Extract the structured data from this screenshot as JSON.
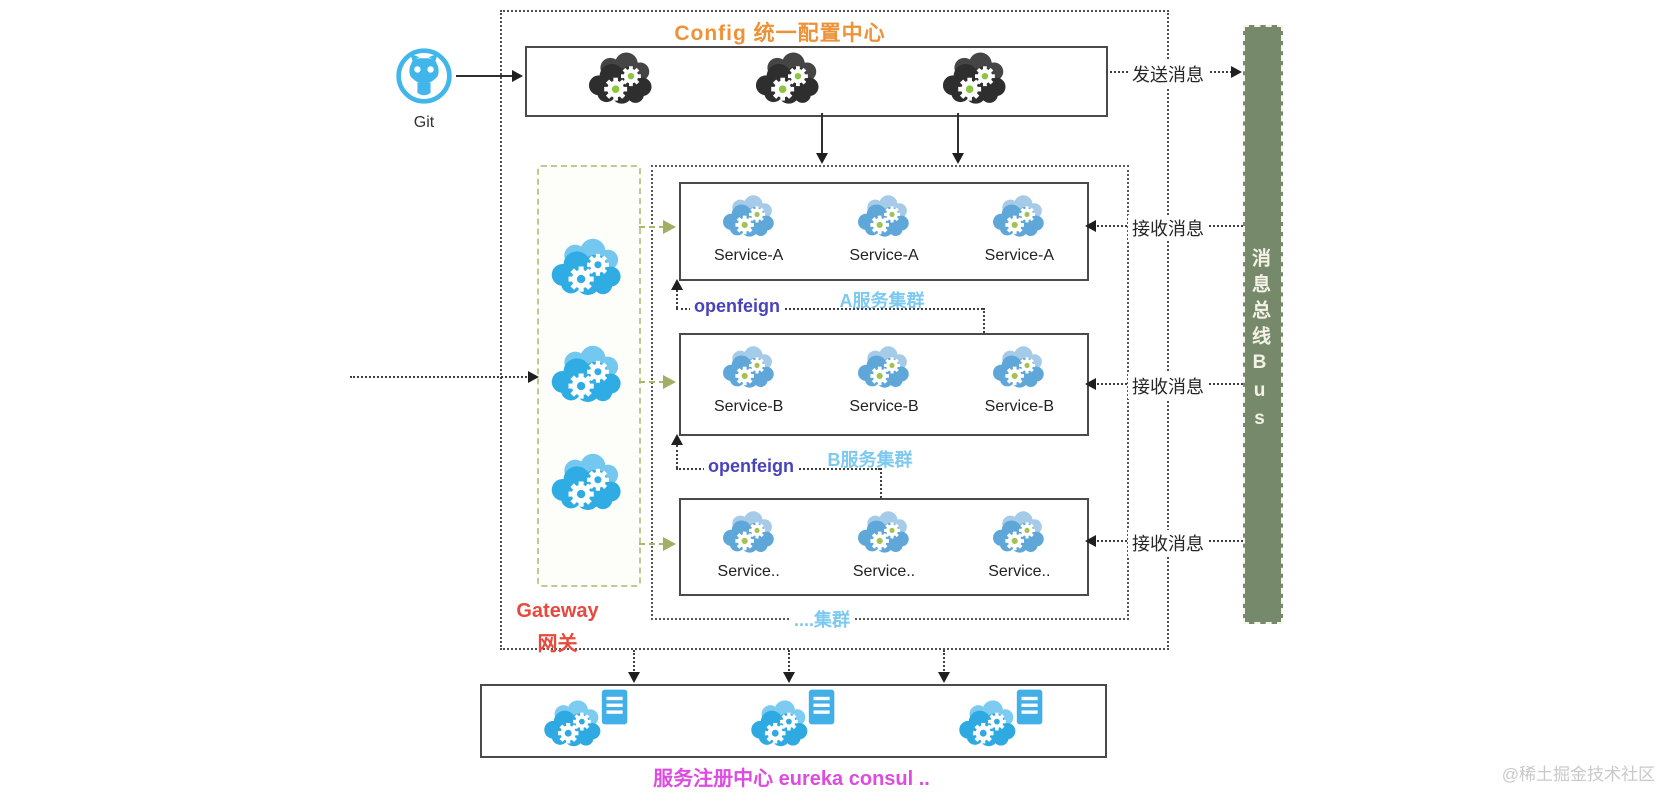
{
  "config_center": {
    "title": "Config 统一配置中心",
    "node_count": 3
  },
  "git": {
    "label": "Git"
  },
  "messages": {
    "send": "发送消息",
    "receive": "接收消息"
  },
  "bus": {
    "label": "消息总线Bus",
    "color": "#76896a"
  },
  "gateway": {
    "label_en": "Gateway",
    "label_zh": "网关",
    "node_count": 3
  },
  "clusters": [
    {
      "name": "A服务集群",
      "feign": "openfeign",
      "services": [
        "Service-A",
        "Service-A",
        "Service-A"
      ]
    },
    {
      "name": "B服务集群",
      "feign": "openfeign",
      "services": [
        "Service-B",
        "Service-B",
        "Service-B"
      ]
    },
    {
      "name": "....集群",
      "services": [
        "Service..",
        "Service..",
        "Service.."
      ]
    }
  ],
  "registry": {
    "caption": "服务注册中心 eureka consul ..",
    "node_count": 3
  },
  "watermark": "@稀土掘金技术社区",
  "colors": {
    "config_orange": "#ed9237",
    "gateway_red": "#e8493c",
    "cluster_label_blue": "#7dc9f0",
    "openfeign_indigo": "#4843bd",
    "registry_magenta": "#dd4be0",
    "bus_green": "#76896a",
    "gateway_cloud_blue": "#30ace5",
    "service_cloud_blue": "#5ea7d8",
    "config_cloud_dark": "#2e2e2e",
    "gear_hub_green": "#8cc63f"
  }
}
